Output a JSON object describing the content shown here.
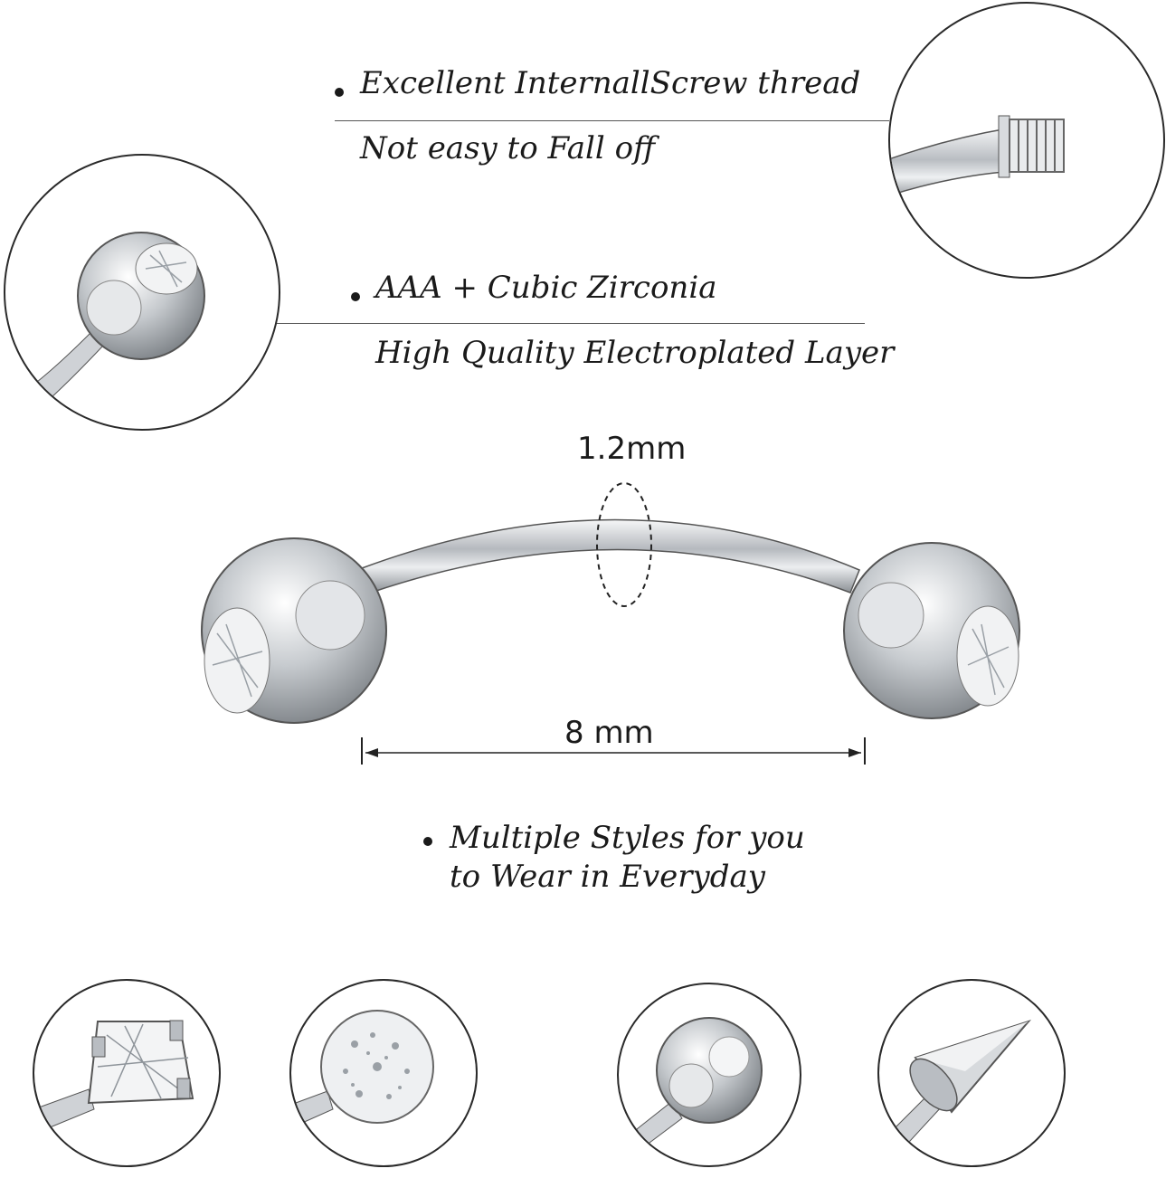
{
  "features": {
    "thread": {
      "title": "Excellent InternallScrew thread",
      "subtitle": "Not easy to Fall off"
    },
    "zirconia": {
      "title": "AAA + Cubic Zirconia",
      "subtitle": "High Quality Electroplated Layer"
    },
    "styles": {
      "line1": "Multiple Styles for you",
      "line2": "to Wear in Everyday"
    }
  },
  "dimensions": {
    "gauge": "1.2mm",
    "length": "8 mm"
  },
  "icons": {
    "thread_detail": "screw-thread-icon",
    "ball_detail": "gem-ball-icon",
    "style_prong": "prong-gem-icon",
    "style_glitter": "glitter-ball-icon",
    "style_ball": "plain-ball-icon",
    "style_spike": "spike-icon"
  },
  "colors": {
    "metal": "#c9ccd0",
    "outline": "#2a2a2a",
    "text": "#1a1a1a"
  }
}
